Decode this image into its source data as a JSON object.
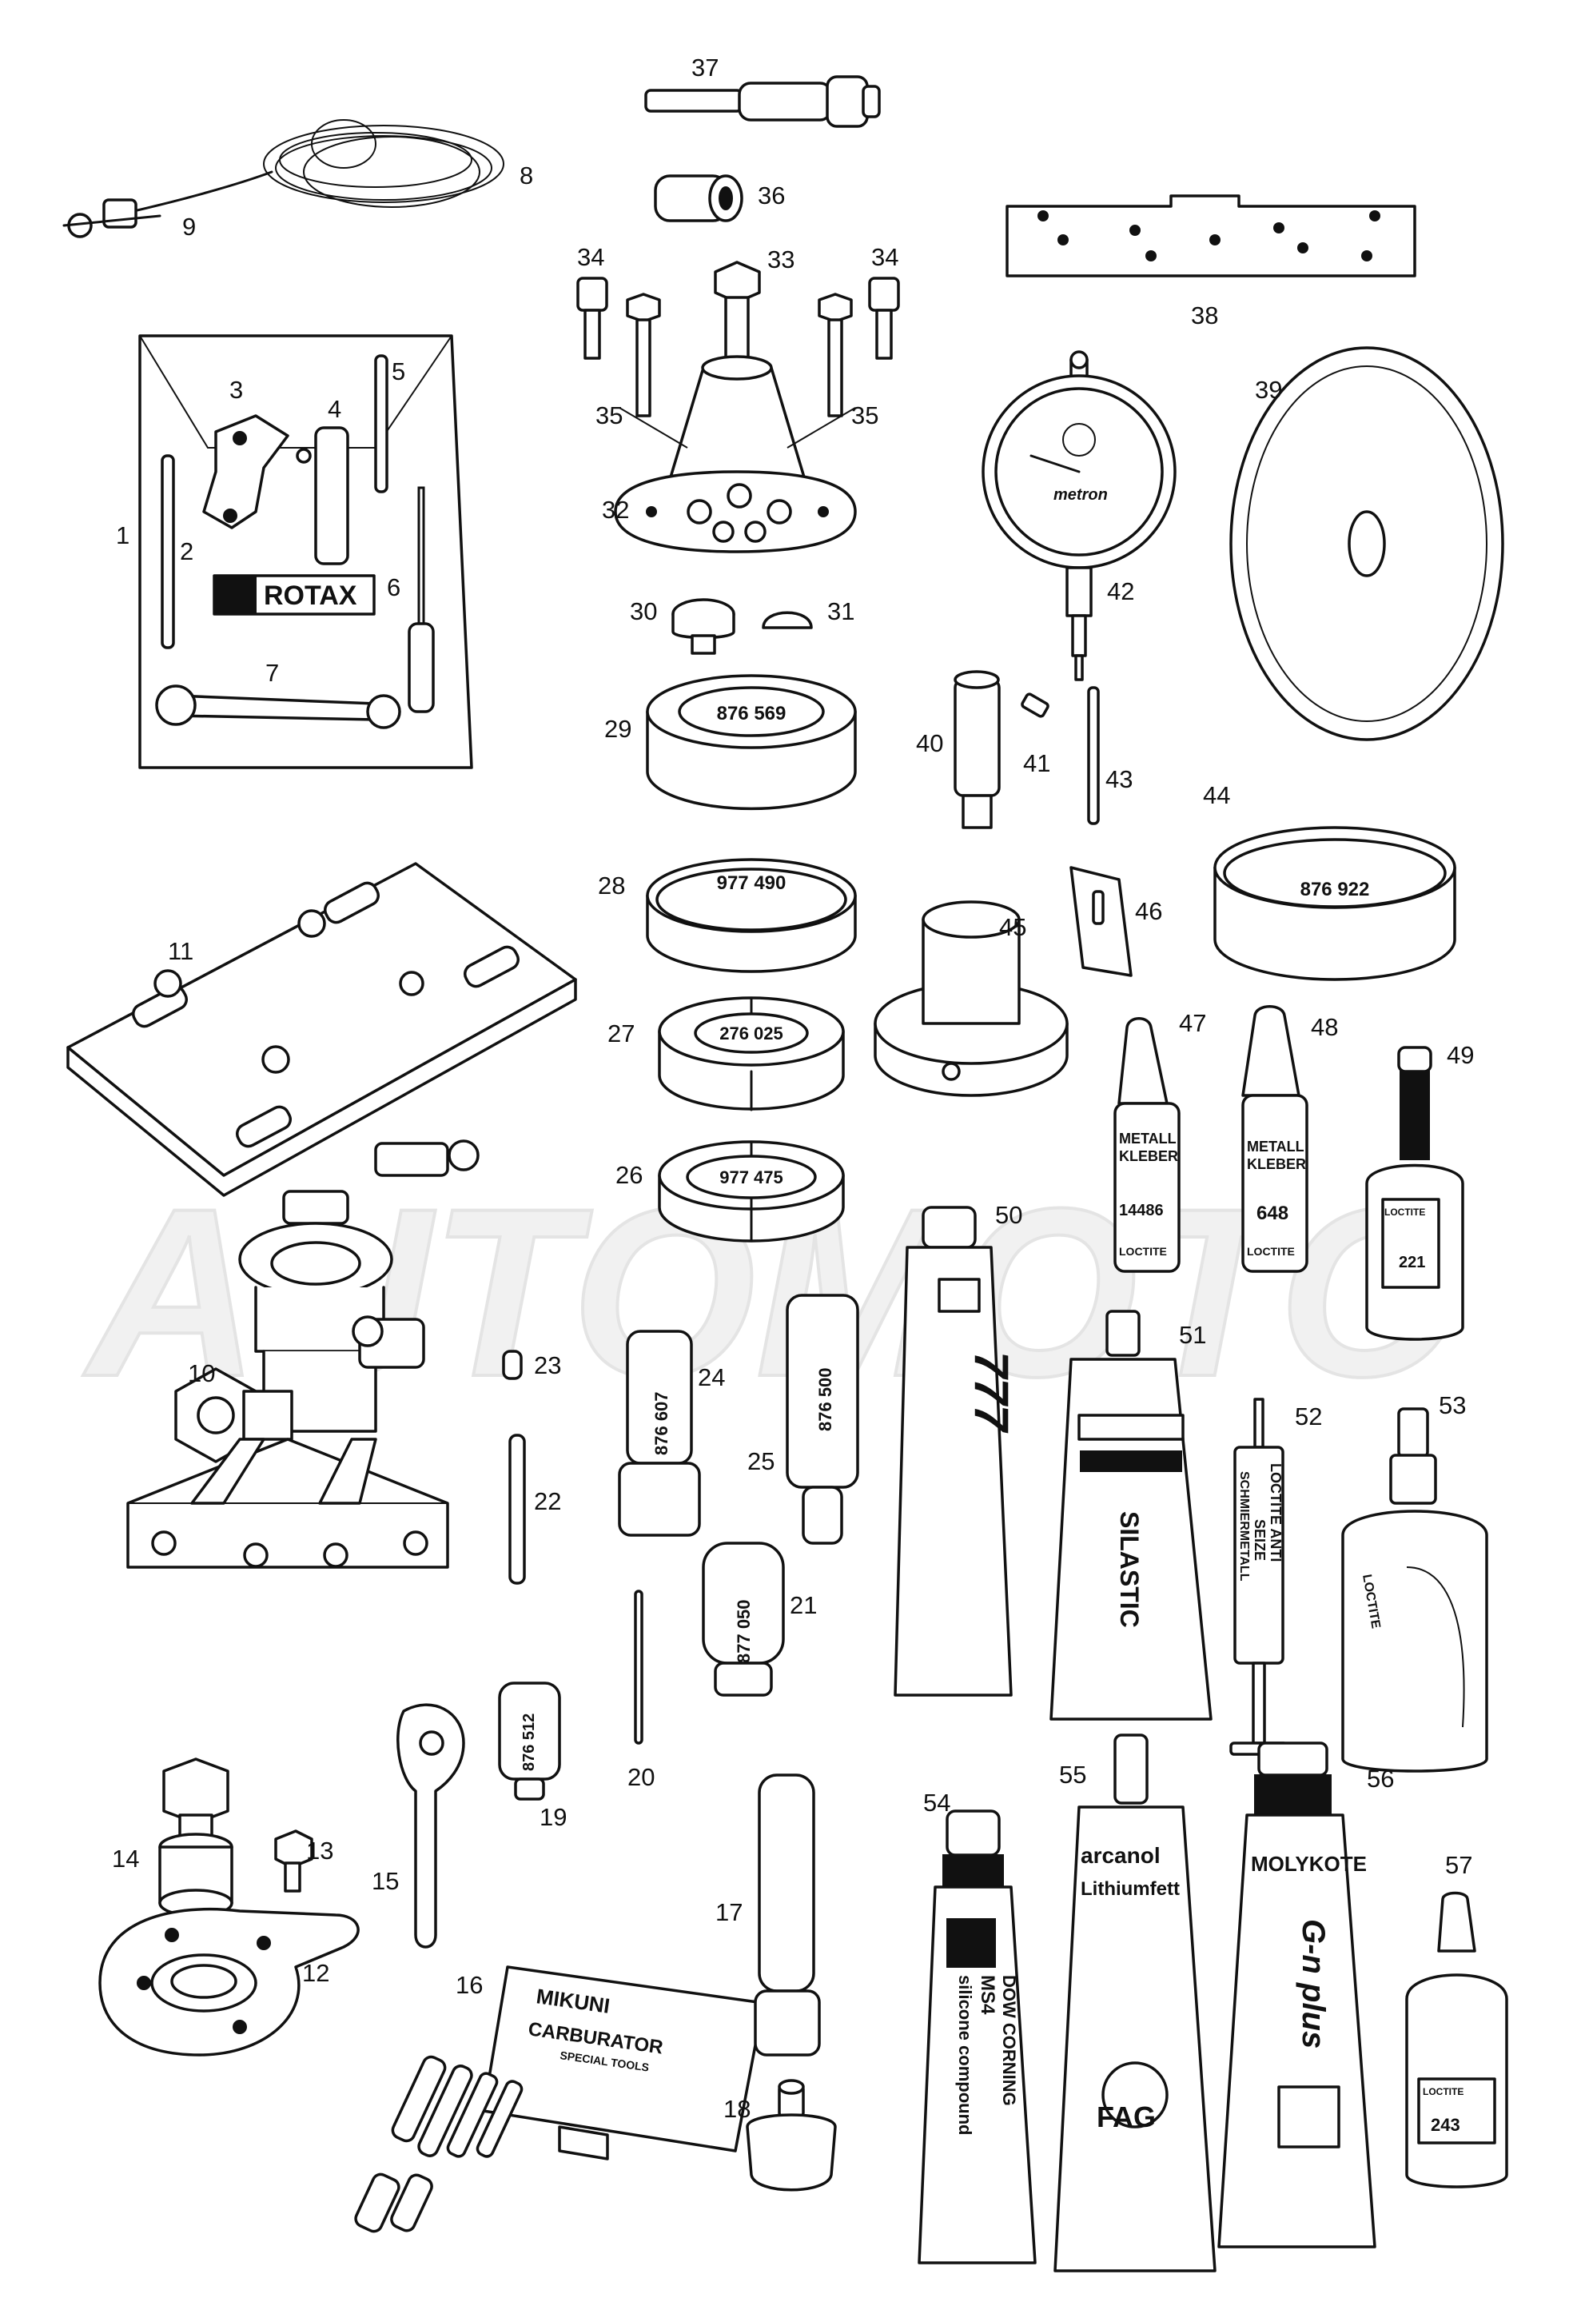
{
  "callouts": {
    "c1": "1",
    "c2": "2",
    "c3": "3",
    "c4": "4",
    "c5": "5",
    "c6": "6",
    "c7": "7",
    "c8": "8",
    "c9": "9",
    "c10": "10",
    "c11": "11",
    "c12": "12",
    "c13": "13",
    "c14": "14",
    "c15": "15",
    "c16": "16",
    "c17": "17",
    "c18": "18",
    "c19": "19",
    "c20": "20",
    "c21": "21",
    "c22": "22",
    "c23": "23",
    "c24": "24",
    "c25": "25",
    "c26": "26",
    "c27": "27",
    "c28": "28",
    "c29": "29",
    "c30": "30",
    "c31": "31",
    "c32": "32",
    "c33": "33",
    "c34a": "34",
    "c34b": "34",
    "c35a": "35",
    "c35b": "35",
    "c36": "36",
    "c37": "37",
    "c38": "38",
    "c39": "39",
    "c40": "40",
    "c41": "41",
    "c42": "42",
    "c43": "43",
    "c44": "44",
    "c45": "45",
    "c46": "46",
    "c47": "47",
    "c48": "48",
    "c49": "49",
    "c50": "50",
    "c51": "51",
    "c52": "52",
    "c53": "53",
    "c54": "54",
    "c55": "55",
    "c56": "56",
    "c57": "57"
  },
  "part_labels": {
    "rotax": "ROTAX",
    "ring29": "876 569",
    "ring28": "977 490",
    "ring27": "276 025",
    "ring26": "977 475",
    "ring44": "876 922",
    "pin24": "876 607",
    "pin25": "876 500",
    "pin21": "877 050",
    "pin19": "876 512",
    "gauge_brand": "metron",
    "tube50": "777",
    "tube51": "SILASTIC",
    "syringe52_a": "LOCTITE ANTI",
    "syringe52_b": "SEIZE",
    "syringe52_c": "SCHMIERMETALL",
    "metal_a": "METALL",
    "metal_b": "KLEBER",
    "bottle47": "14486",
    "bottle48": "648",
    "bottle49": "221",
    "bottle57": "243",
    "loctite": "LOCTITE",
    "tube54_a": "DOW CORNING",
    "tube54_b": "MS4",
    "tube54_c": "silicone compound",
    "tube55_a": "arcanol",
    "tube55_b": "Lithiumfett",
    "tube55_c": "FAG",
    "tube56_a": "MOLYKOTE",
    "tube56_b": "G-n plus",
    "mikuni_a": "MIKUNI",
    "mikuni_b": "CARBURATOR",
    "mikuni_c": "SPECIAL TOOLS"
  },
  "watermark": "AUTOMOTO",
  "colors": {
    "ink": "#111111",
    "paper": "#ffffff",
    "watermark": "#f1f1f1"
  }
}
